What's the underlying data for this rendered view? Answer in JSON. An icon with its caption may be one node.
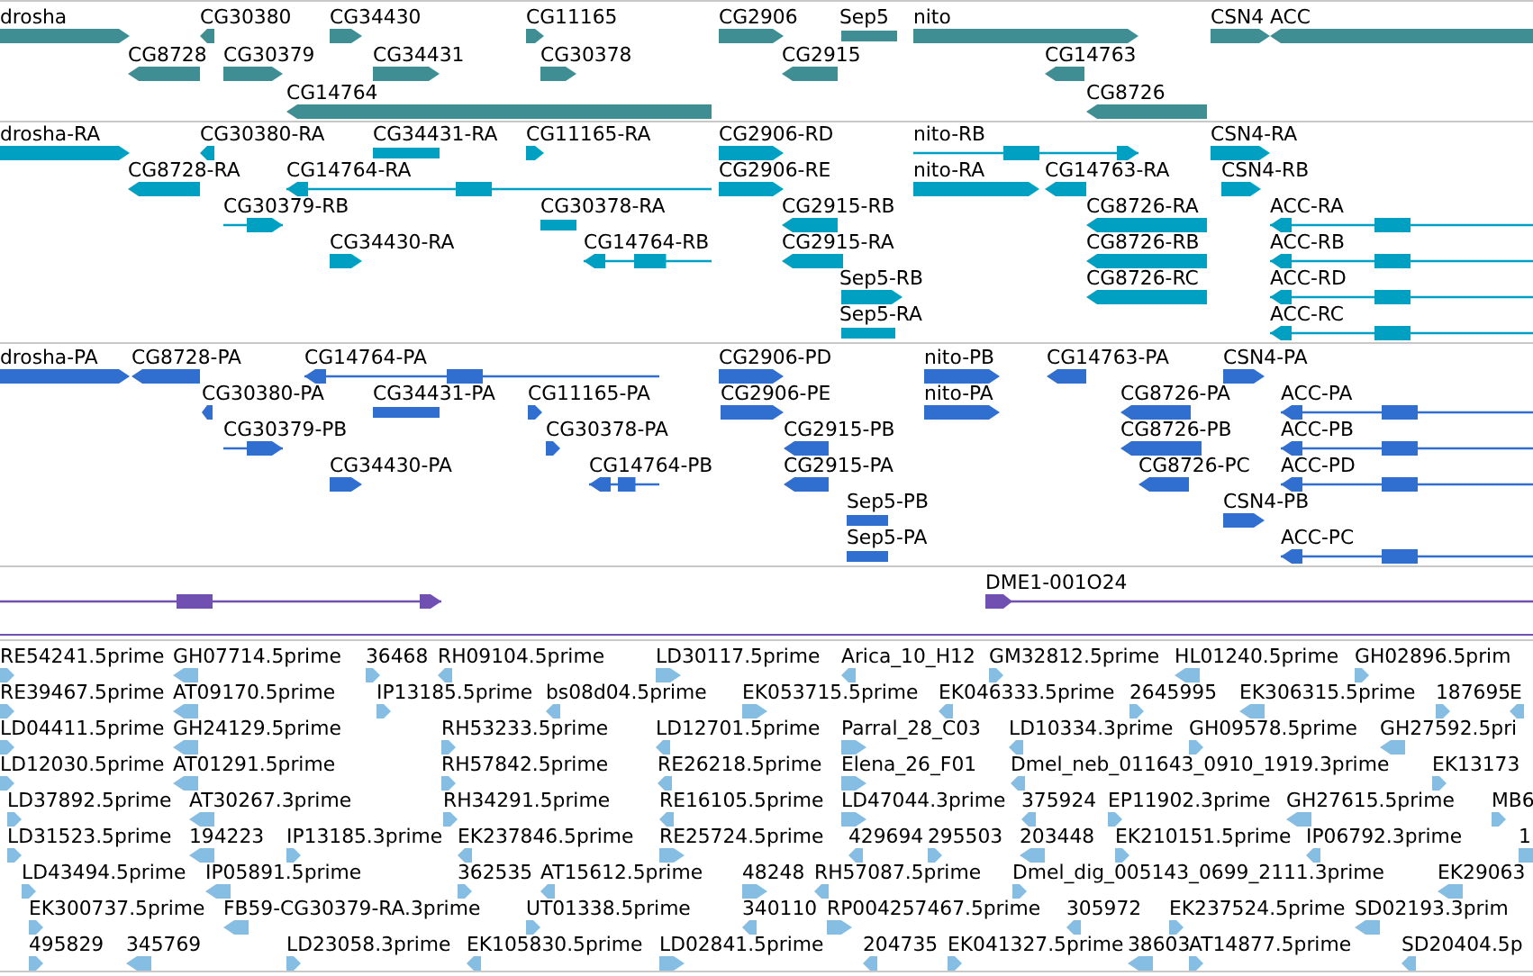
{
  "diagram": {
    "nodes": [
      {
        "text": [
          "drosha"
        ]
      },
      {
        "text": [
          "CG30380"
        ]
      },
      {
        "text": [
          "CG34430"
        ]
      },
      {
        "text": [
          "CG11165"
        ]
      },
      {
        "text": [
          "CG2906"
        ]
      },
      {
        "text": [
          "Sep5"
        ]
      },
      {
        "text": [
          "nito"
        ]
      },
      {
        "text": [
          "CSN4"
        ]
      },
      {
        "text": [
          "ACC"
        ]
      },
      {
        "text": [
          "CG8728"
        ]
      },
      {
        "text": [
          "CG30379"
        ]
      },
      {
        "text": [
          "CG34431"
        ]
      },
      {
        "text": [
          "CG30378"
        ]
      },
      {
        "text": [
          "CG2915"
        ]
      },
      {
        "text": [
          "CG14763"
        ]
      },
      {
        "text": [
          "CG14764"
        ]
      },
      {
        "text": [
          "CG8726"
        ]
      },
      {
        "text": [
          "drosha-RA"
        ]
      },
      {
        "text": [
          "CG30380-RA"
        ]
      },
      {
        "text": [
          "CG34431-RA"
        ]
      },
      {
        "text": [
          "CG11165-RA"
        ]
      },
      {
        "text": [
          "CG2906-RD"
        ]
      },
      {
        "text": [
          "nito-RB"
        ]
      },
      {
        "text": [
          "CSN4-RA"
        ]
      },
      {
        "text": [
          "CG8728-RA"
        ]
      },
      {
        "text": [
          "CG14764-RA"
        ]
      },
      {
        "text": [
          "CG2906-RE"
        ]
      },
      {
        "text": [
          "nito-RA"
        ]
      },
      {
        "text": [
          "CG14763-RA"
        ]
      },
      {
        "text": [
          "CSN4-RB"
        ]
      },
      {
        "text": [
          "CG30379-RB"
        ]
      },
      {
        "text": [
          "CG30378-RA"
        ]
      },
      {
        "text": [
          "CG2915-RB"
        ]
      },
      {
        "text": [
          "CG8726-RA"
        ]
      },
      {
        "text": [
          "ACC-RA"
        ]
      },
      {
        "text": [
          "CG34430-RA"
        ]
      },
      {
        "text": [
          "CG14764-RB"
        ]
      },
      {
        "text": [
          "CG2915-RA"
        ]
      },
      {
        "text": [
          "CG8726-RB"
        ]
      },
      {
        "text": [
          "ACC-RB"
        ]
      },
      {
        "text": [
          "Sep5-RB"
        ]
      },
      {
        "text": [
          "CG8726-RC"
        ]
      },
      {
        "text": [
          "ACC-RD"
        ]
      },
      {
        "text": [
          "Sep5-RA"
        ]
      },
      {
        "text": [
          "ACC-RC"
        ]
      },
      {
        "text": [
          "drosha-PA"
        ]
      },
      {
        "text": [
          "CG8728-PA"
        ]
      },
      {
        "text": [
          "CG14764-PA"
        ]
      },
      {
        "text": [
          "CG2906-PD"
        ]
      },
      {
        "text": [
          "nito-PB"
        ]
      },
      {
        "text": [
          "CG14763-PA"
        ]
      },
      {
        "text": [
          "CSN4-PA"
        ]
      },
      {
        "text": [
          "CG30380-PA"
        ]
      },
      {
        "text": [
          "CG34431-PA"
        ]
      },
      {
        "text": [
          "CG11165-PA"
        ]
      },
      {
        "text": [
          "CG2906-PE"
        ]
      },
      {
        "text": [
          "nito-PA"
        ]
      },
      {
        "text": [
          "CG8726-PA"
        ]
      },
      {
        "text": [
          "ACC-PA"
        ]
      },
      {
        "text": [
          "CG30379-PB"
        ]
      },
      {
        "text": [
          "CG30378-PA"
        ]
      },
      {
        "text": [
          "CG2915-PB"
        ]
      },
      {
        "text": [
          "CG8726-PB"
        ]
      },
      {
        "text": [
          "ACC-PB"
        ]
      },
      {
        "text": [
          "CG34430-PA"
        ]
      },
      {
        "text": [
          "CG14764-PB"
        ]
      },
      {
        "text": [
          "CG2915-PA"
        ]
      },
      {
        "text": [
          "CG8726-PC"
        ]
      },
      {
        "text": [
          "ACC-PD"
        ]
      },
      {
        "text": [
          "Sep5-PB"
        ]
      },
      {
        "text": [
          "CSN4-PB"
        ]
      },
      {
        "text": [
          "Sep5-PA"
        ]
      },
      {
        "text": [
          "ACC-PC"
        ]
      },
      {
        "text": [],
        "shape": "bar"
      },
      {
        "text": [
          "DME1-001O24"
        ]
      },
      {
        "text": [
          "RE54241.5prime"
        ]
      },
      {
        "text": [
          "GH07714.5prime"
        ]
      },
      {
        "text": [
          "36468"
        ]
      },
      {
        "text": [
          "RH09104.5prime"
        ]
      },
      {
        "text": [
          "LD30117.5prime"
        ]
      },
      {
        "text": [
          "Arica_10_H12"
        ]
      },
      {
        "text": [
          "GM32812.5prime"
        ]
      },
      {
        "text": [
          "HL01240.5prime"
        ]
      },
      {
        "text": [
          "GH02896.5prim"
        ]
      },
      {
        "text": [
          "RE39467.5prime"
        ]
      },
      {
        "text": [
          "AT09170.5prime"
        ]
      },
      {
        "text": [
          "IP13185.5prime"
        ]
      },
      {
        "text": [
          "bs08d04.5prime"
        ]
      },
      {
        "text": [
          "EK053715.5prime"
        ]
      },
      {
        "text": [
          "EK046333.5prime"
        ]
      },
      {
        "text": [
          "2645995"
        ]
      },
      {
        "text": [
          "EK306315.5prime"
        ]
      },
      {
        "text": [
          "187695"
        ]
      },
      {
        "text": [
          "E"
        ]
      },
      {
        "text": [
          "LD04411.5prime"
        ]
      },
      {
        "text": [
          "GH24129.5prime"
        ]
      },
      {
        "text": [
          "RH53233.5prime"
        ]
      },
      {
        "text": [
          "LD12701.5prime"
        ]
      },
      {
        "text": [
          "Parral_28_C03"
        ]
      },
      {
        "text": [
          "LD10334.3prime"
        ]
      },
      {
        "text": [
          "GH09578.5prime"
        ]
      },
      {
        "text": [
          "GH27592.5pri"
        ]
      },
      {
        "text": [
          "LD12030.5prime"
        ]
      },
      {
        "text": [
          "AT01291.5prime"
        ]
      },
      {
        "text": [
          "RH57842.5prime"
        ]
      },
      {
        "text": [
          "RE26218.5prime"
        ]
      },
      {
        "text": [
          "Elena_26_F01"
        ]
      },
      {
        "text": [
          "Dmel_neb_011643_0910_1919.3prime"
        ]
      },
      {
        "text": [
          "EK13173"
        ]
      },
      {
        "text": [
          "LD37892.5prime"
        ]
      },
      {
        "text": [
          "AT30267.3prime"
        ]
      },
      {
        "text": [
          "RH34291.5prime"
        ]
      },
      {
        "text": [
          "RE16105.5prime"
        ]
      },
      {
        "text": [
          "LD47044.3prime"
        ]
      },
      {
        "text": [
          "375924"
        ]
      },
      {
        "text": [
          "EP11902.3prime"
        ]
      },
      {
        "text": [
          "GH27615.5prime"
        ]
      },
      {
        "text": [
          "MB6"
        ]
      },
      {
        "text": [
          "LD31523.5prime"
        ]
      },
      {
        "text": [
          "194223"
        ]
      },
      {
        "text": [
          "IP13185.3prime"
        ]
      },
      {
        "text": [
          "EK237846.5prime"
        ]
      },
      {
        "text": [
          "RE25724.5prime"
        ]
      },
      {
        "text": [
          "429694"
        ]
      },
      {
        "text": [
          "295503"
        ]
      },
      {
        "text": [
          "203448"
        ]
      },
      {
        "text": [
          "EK210151.5prime"
        ]
      },
      {
        "text": [
          "IP06792.3prime"
        ]
      },
      {
        "text": [
          "1"
        ]
      },
      {
        "text": [
          "LD43494.5prime"
        ]
      },
      {
        "text": [
          "IP05891.5prime"
        ]
      },
      {
        "text": [
          "362535"
        ]
      },
      {
        "text": [
          "AT15612.5prime"
        ]
      },
      {
        "text": [
          "48248"
        ]
      },
      {
        "text": [
          "RH57087.5prime"
        ]
      },
      {
        "text": [
          "Dmel_dig_005143_0699_2111.3prime"
        ]
      },
      {
        "text": [
          "EK29063"
        ]
      },
      {
        "text": [
          "EK300737.5prime"
        ]
      },
      {
        "text": [
          "FB59-CG30379-RA.3prime"
        ]
      },
      {
        "text": [
          "UT01338.5prime"
        ]
      },
      {
        "text": [
          "340110"
        ]
      },
      {
        "text": [
          "RP004257467.5prime"
        ]
      },
      {
        "text": [
          "305972"
        ]
      },
      {
        "text": [
          "EK237524.5prime"
        ]
      },
      {
        "text": [
          "SD02193.3prim"
        ]
      },
      {
        "text": [
          "495829"
        ]
      },
      {
        "text": [
          "345769"
        ]
      },
      {
        "text": [
          "LD23058.3prime"
        ]
      },
      {
        "text": [
          "EK105830.5prime"
        ]
      },
      {
        "text": [
          "LD02841.5prime"
        ]
      },
      {
        "text": [
          "204735"
        ]
      },
      {
        "text": [
          "EK041327.5prime"
        ]
      },
      {
        "text": [
          "38603"
        ]
      },
      {
        "text": [
          "AT14877.5prime"
        ]
      },
      {
        "text": [
          "SD20404.5p"
        ]
      }
    ]
  }
}
